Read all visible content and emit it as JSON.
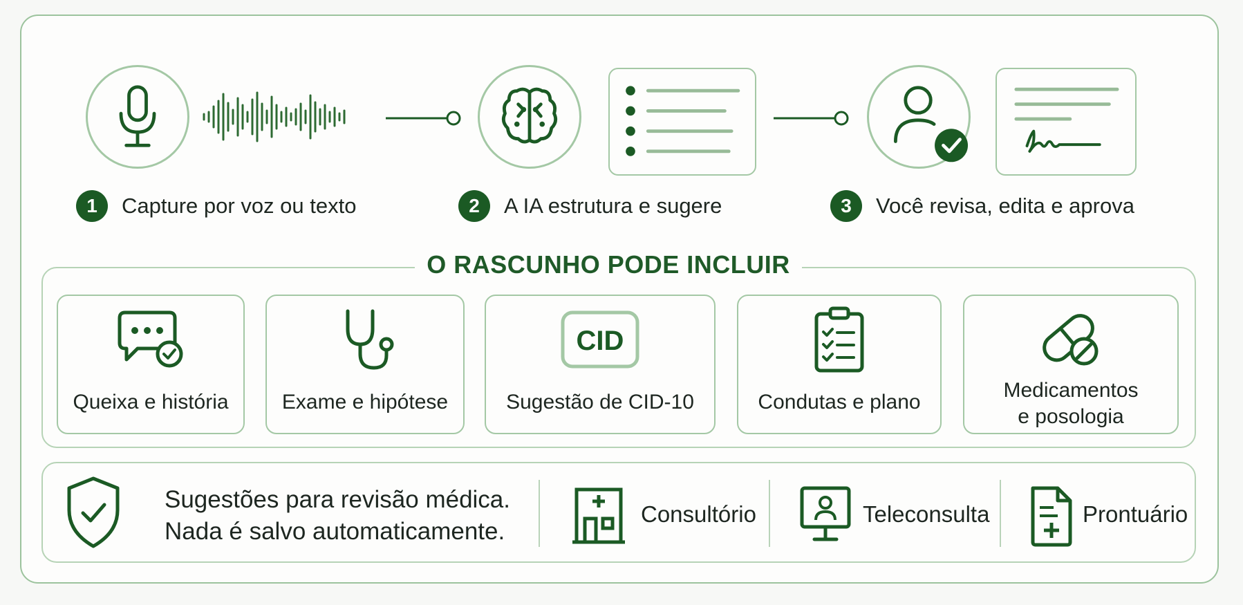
{
  "colors": {
    "accent": "#1b5a24",
    "border": "#a4c8a5",
    "wave": "#2d6a32"
  },
  "steps": [
    {
      "number": "1",
      "label": "Capture por voz ou texto",
      "icon": "microphone-icon"
    },
    {
      "number": "2",
      "label": "A IA estrutura e sugere",
      "icon": "brain-icon"
    },
    {
      "number": "3",
      "label": "Você revisa, edita e aprova",
      "icon": "user-check-icon"
    }
  ],
  "section": {
    "title": "O RASCUNHO PODE INCLUIR",
    "items": [
      {
        "label": "Queixa e história",
        "icon": "chat-check-icon"
      },
      {
        "label": "Exame e hipótese",
        "icon": "stethoscope-icon"
      },
      {
        "label": "Sugestão de CID-10",
        "icon": "cid-badge-icon",
        "badge": "CID"
      },
      {
        "label": "Condutas e plano",
        "icon": "clipboard-checklist-icon"
      },
      {
        "label_line1": "Medicamentos",
        "label_line2": "e posologia",
        "icon": "pill-icon"
      }
    ]
  },
  "footer": {
    "note_line1": "Sugestões para revisão médica.",
    "note_line2": "Nada é salvo automaticamente.",
    "contexts": [
      {
        "label": "Consultório",
        "icon": "clinic-building-icon"
      },
      {
        "label": "Teleconsulta",
        "icon": "monitor-user-icon"
      },
      {
        "label": "Prontuário",
        "icon": "medical-record-icon"
      }
    ]
  }
}
